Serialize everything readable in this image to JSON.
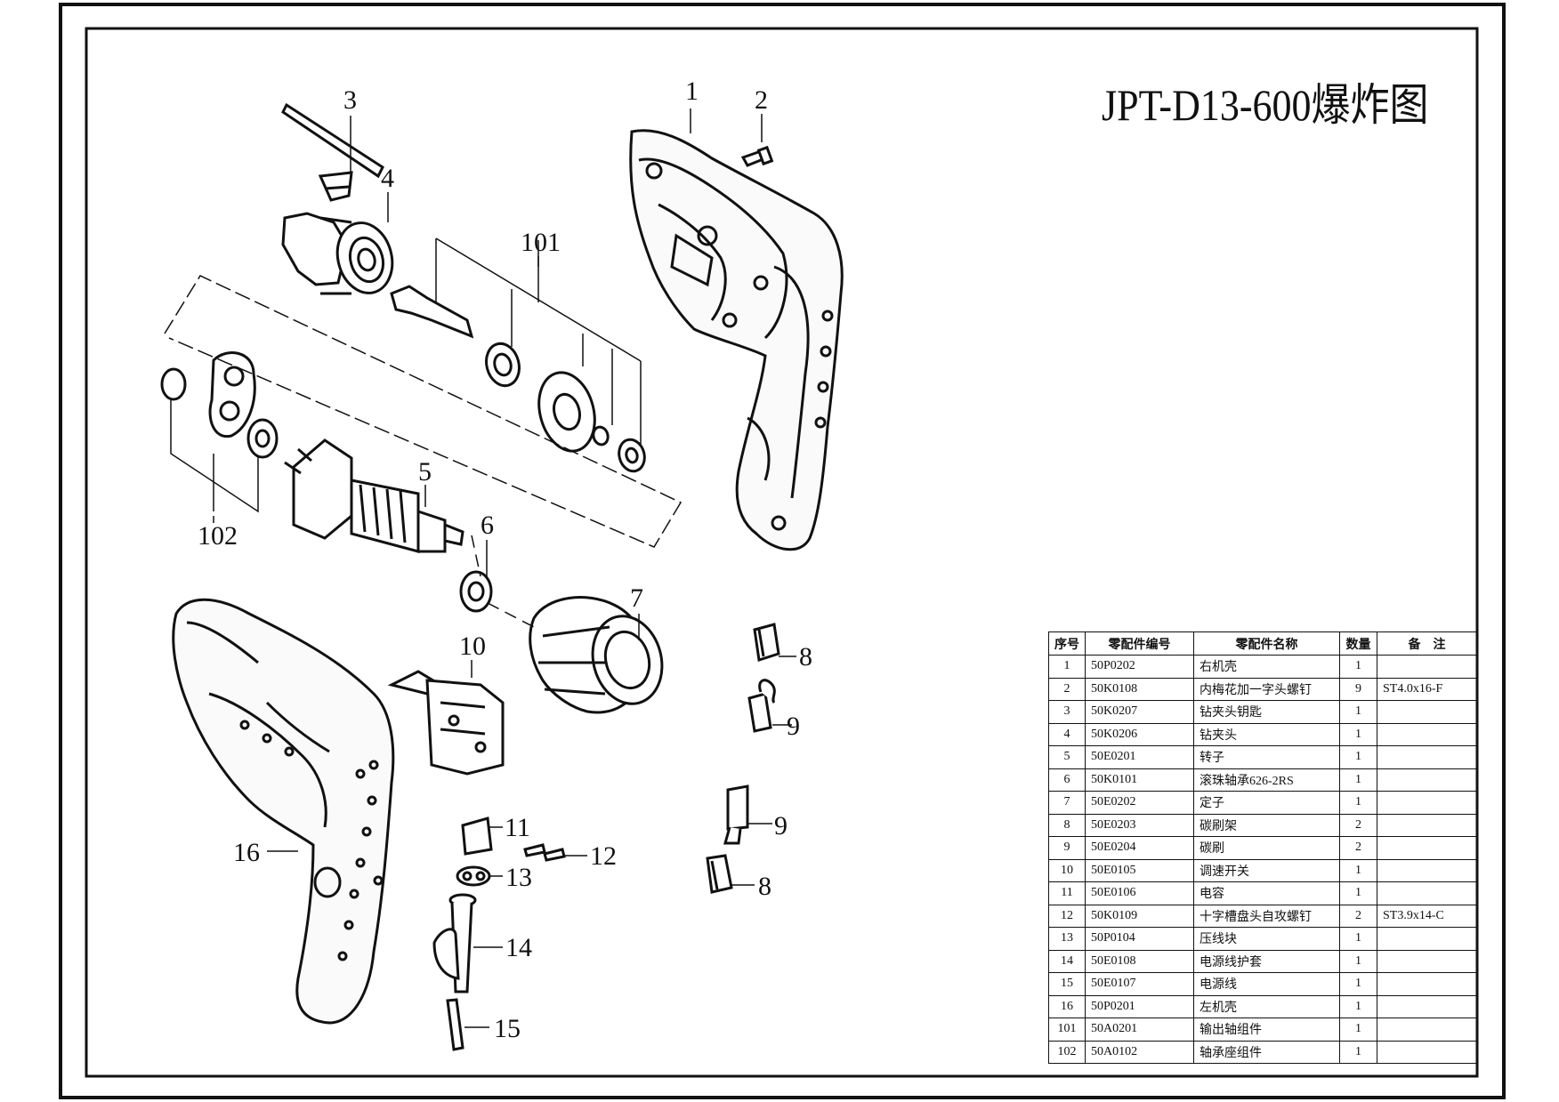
{
  "page": {
    "title": "JPT-D13-600爆炸图"
  },
  "callouts": [
    "1",
    "2",
    "3",
    "4",
    "101",
    "5",
    "102",
    "6",
    "7",
    "8",
    "9",
    "9",
    "8",
    "10",
    "11",
    "12",
    "13",
    "14",
    "15",
    "16"
  ],
  "parts_table": {
    "headers": [
      "序号",
      "零配件编号",
      "零配件名称",
      "数量",
      "备　注"
    ],
    "rows": [
      {
        "no": "1",
        "code": "50P0202",
        "name": "右机壳",
        "qty": "1",
        "note": ""
      },
      {
        "no": "2",
        "code": "50K0108",
        "name": "内梅花加一字头螺钉",
        "qty": "9",
        "note": "ST4.0x16-F"
      },
      {
        "no": "3",
        "code": "50K0207",
        "name": "钻夹头钥匙",
        "qty": "1",
        "note": ""
      },
      {
        "no": "4",
        "code": "50K0206",
        "name": "钻夹头",
        "qty": "1",
        "note": ""
      },
      {
        "no": "5",
        "code": "50E0201",
        "name": "转子",
        "qty": "1",
        "note": ""
      },
      {
        "no": "6",
        "code": "50K0101",
        "name": "滚珠轴承626-2RS",
        "qty": "1",
        "note": ""
      },
      {
        "no": "7",
        "code": "50E0202",
        "name": "定子",
        "qty": "1",
        "note": ""
      },
      {
        "no": "8",
        "code": "50E0203",
        "name": "碳刷架",
        "qty": "2",
        "note": ""
      },
      {
        "no": "9",
        "code": "50E0204",
        "name": "碳刷",
        "qty": "2",
        "note": ""
      },
      {
        "no": "10",
        "code": "50E0105",
        "name": "调速开关",
        "qty": "1",
        "note": ""
      },
      {
        "no": "11",
        "code": "50E0106",
        "name": "电容",
        "qty": "1",
        "note": ""
      },
      {
        "no": "12",
        "code": "50K0109",
        "name": "十字槽盘头自攻螺钉",
        "qty": "2",
        "note": "ST3.9x14-C"
      },
      {
        "no": "13",
        "code": "50P0104",
        "name": "压线块",
        "qty": "1",
        "note": ""
      },
      {
        "no": "14",
        "code": "50E0108",
        "name": "电源线护套",
        "qty": "1",
        "note": ""
      },
      {
        "no": "15",
        "code": "50E0107",
        "name": "电源线",
        "qty": "1",
        "note": ""
      },
      {
        "no": "16",
        "code": "50P0201",
        "name": "左机壳",
        "qty": "1",
        "note": ""
      },
      {
        "no": "101",
        "code": "50A0201",
        "name": "输出轴组件",
        "qty": "1",
        "note": ""
      },
      {
        "no": "102",
        "code": "50A0102",
        "name": "轴承座组件",
        "qty": "1",
        "note": ""
      }
    ]
  }
}
